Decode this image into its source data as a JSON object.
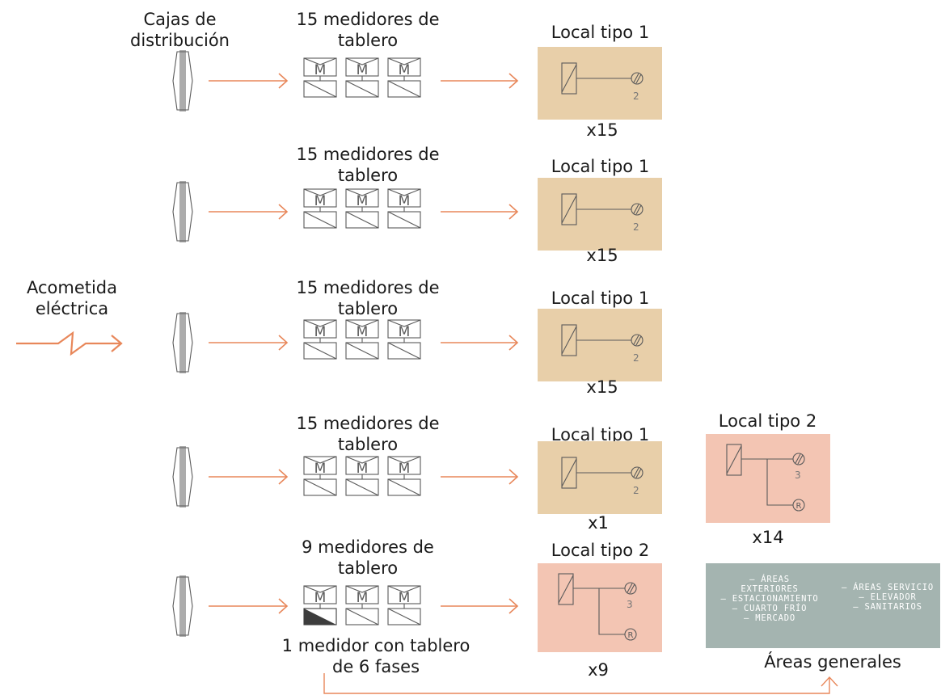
{
  "labels": {
    "acometida_line1": "Acometida",
    "acometida_line2": "eléctrica",
    "cajas_line1": "Cajas de",
    "cajas_line2": "distribución",
    "areas_generales": "Áreas generales",
    "medidor_6f_line1": "1 medidor con tablero",
    "medidor_6f_line2": "de 6 fases"
  },
  "rows": [
    {
      "meters_line1": "15 medidores de",
      "meters_line2": "tablero",
      "local_title": "Local tipo 1",
      "local_num": "2",
      "multiplier": "x15"
    },
    {
      "meters_line1": "15 medidores de",
      "meters_line2": "tablero",
      "local_title": "Local tipo 1",
      "local_num": "2",
      "multiplier": "x15"
    },
    {
      "meters_line1": "15 medidores de",
      "meters_line2": "tablero",
      "local_title": "Local tipo 1",
      "local_num": "2",
      "multiplier": "x15"
    },
    {
      "meters_line1": "15 medidores de",
      "meters_line2": "tablero",
      "local_title": "Local tipo 1",
      "local_num": "2",
      "multiplier": "x1"
    },
    {
      "meters_line1": "9 medidores de",
      "meters_line2": "tablero",
      "local_title": "Local tipo 2",
      "local_num": "3",
      "local_r": "R",
      "multiplier": "x9"
    }
  ],
  "local_tipo2_side": {
    "title": "Local tipo 2",
    "num": "3",
    "r": "R",
    "multiplier": "x14"
  },
  "meter_letter": "M",
  "areas_list": {
    "left": [
      "– ÁREAS",
      "EXTERIORES",
      "– ESTACIONAMIENTO",
      "– CUARTO FRÍO",
      "– MERCADO"
    ],
    "right": [
      "– ÁREAS SERVICIO",
      "– ELEVADOR",
      "– SANITARIOS"
    ]
  },
  "colors": {
    "arrow": "#e8875a",
    "line": "#5a5a5a",
    "beige": "#e8cfa9",
    "pink": "#f3c5b3",
    "grey": "#a4b4b0",
    "meter_filled": "#3d3d3d"
  }
}
